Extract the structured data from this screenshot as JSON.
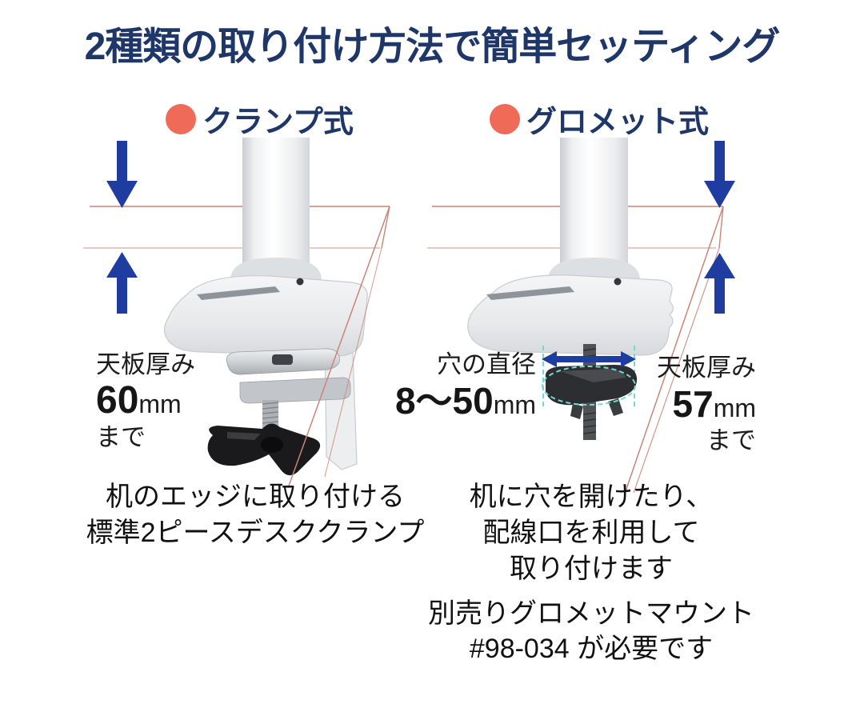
{
  "title": "2種類の取り付け方法で簡単セッティング",
  "colors": {
    "heading_navy": "#1f3768",
    "bullet_coral": "#ef6a57",
    "arrow_blue": "#1f3da0",
    "guide_line_red": "#ca8478",
    "guide_line_faint": "#d9aba0",
    "hole_guide_cyan": "#72d9d2",
    "body_text": "#1c1c1c"
  },
  "sections": {
    "clamp": {
      "heading": "クランプ式",
      "thickness": {
        "label": "天板厚み",
        "value": "60",
        "unit": "mm",
        "suffix": "まで"
      },
      "caption_lines": [
        "机のエッジに取り付ける",
        "標準2ピースデスククランプ"
      ]
    },
    "grommet": {
      "heading": "グロメット式",
      "hole": {
        "label": "穴の直径",
        "value": "8～50",
        "unit": "mm"
      },
      "thickness": {
        "label": "天板厚み",
        "value": "57",
        "unit": "mm",
        "suffix": "まで"
      },
      "caption_lines": [
        "机に穴を開けたり、",
        "配線口を利用して",
        "取り付けます"
      ],
      "note_lines": [
        "別売りグロメットマウント",
        "#98-034 が必要です"
      ]
    }
  }
}
